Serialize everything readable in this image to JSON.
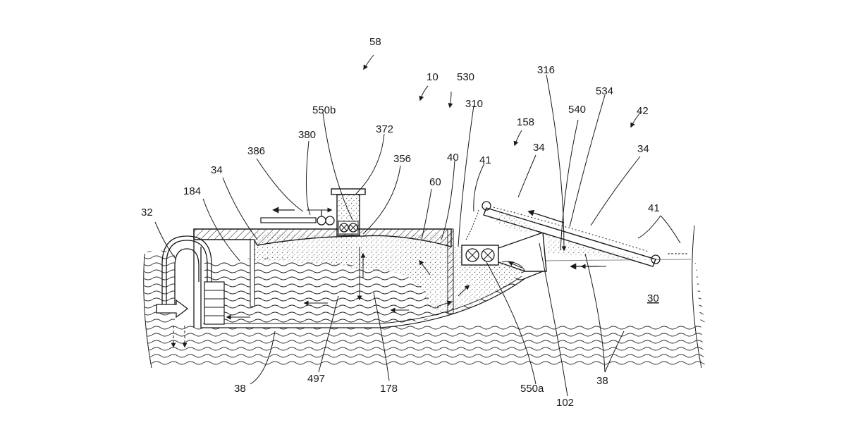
{
  "figure": {
    "labels": {
      "l58": "58",
      "l10": "10",
      "l530": "530",
      "l316": "316",
      "l534": "534",
      "l42": "42",
      "l310": "310",
      "l158": "158",
      "l540": "540",
      "l550b": "550b",
      "l372": "372",
      "l380": "380",
      "l386": "386",
      "l356": "356",
      "l40": "40",
      "l41_center": "41",
      "l34_top_conveyor": "34",
      "l34_right": "34",
      "l34_left": "34",
      "l184": "184",
      "l60": "60",
      "l41_right": "41",
      "l32": "32",
      "l30": "30",
      "l38_left": "38",
      "l497": "497",
      "l178": "178",
      "l550a": "550a",
      "l102": "102",
      "l38_right": "38"
    },
    "colors": {
      "ink": "#1a1a1a",
      "stipple": "#6b6b6b",
      "background": "#ffffff"
    }
  }
}
